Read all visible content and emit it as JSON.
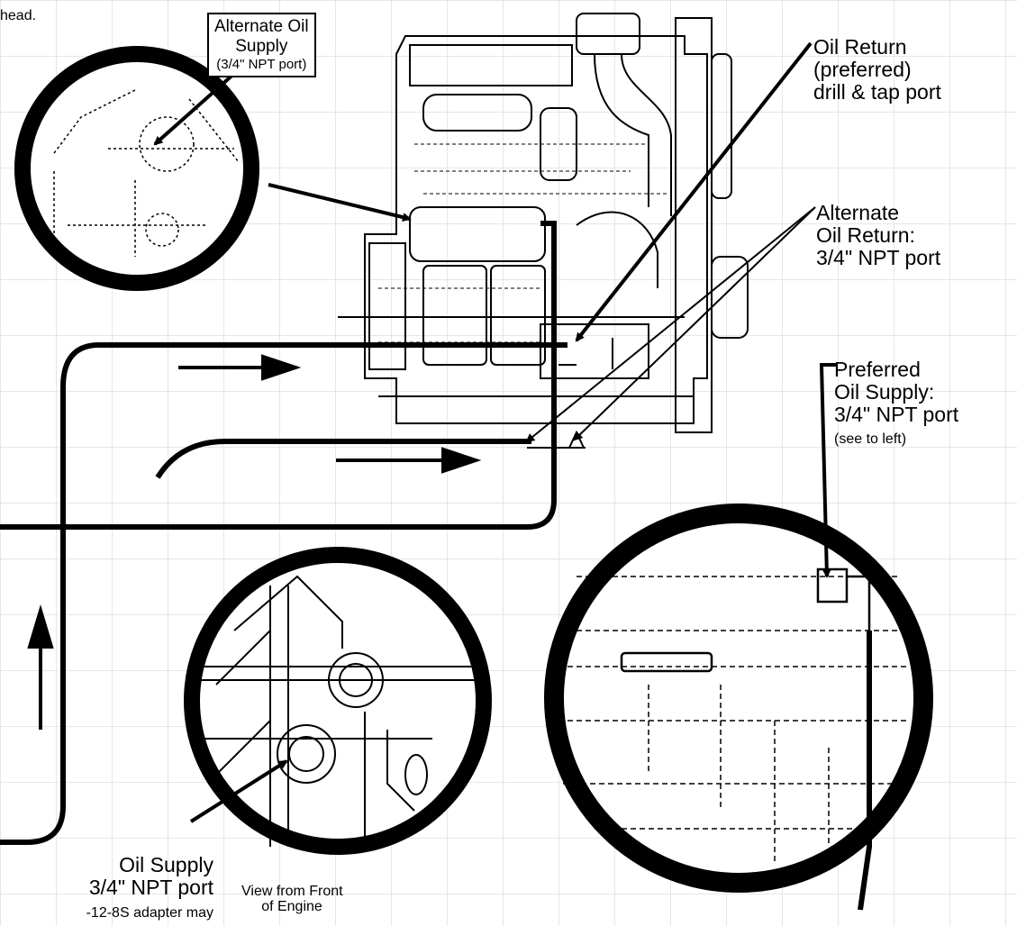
{
  "labels": {
    "head_fragment": "head.",
    "alternate_supply": {
      "line1": "Alternate Oil",
      "line2": "Supply",
      "note": "(3/4\" NPT port)"
    },
    "oil_return": {
      "line1": "Oil Return",
      "line2": "(preferred)",
      "line3": "drill & tap port"
    },
    "alternate_return": {
      "line1": "Alternate",
      "line2": "Oil Return:",
      "line3": "3/4\" NPT port"
    },
    "preferred_supply": {
      "line1": "Preferred",
      "line2": "Oil Supply:",
      "line3": "3/4\" NPT port",
      "note": "(see to left)"
    },
    "oil_supply": {
      "line1": "Oil Supply",
      "line2": "3/4\" NPT port",
      "note": "-12-8S adapter may"
    },
    "front_view": {
      "line1": "View from Front",
      "line2": "of Engine"
    }
  }
}
